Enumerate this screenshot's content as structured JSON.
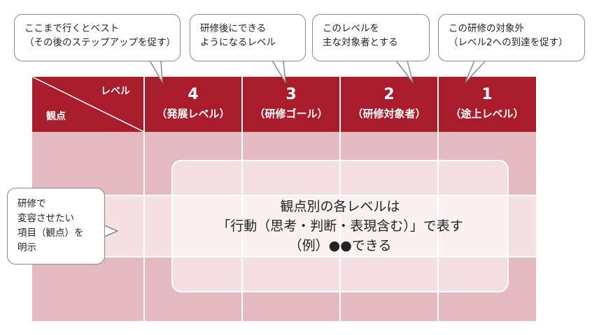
{
  "header": {
    "corner_level": "レベル",
    "corner_view": "観点",
    "columns": [
      {
        "num": "4",
        "label": "（発展レベル）"
      },
      {
        "num": "3",
        "label": "（研修ゴール）"
      },
      {
        "num": "2",
        "label": "（研修対象者）"
      },
      {
        "num": "1",
        "label": "（途上レベル）"
      }
    ]
  },
  "overlay": {
    "line1": "観点別の各レベルは",
    "line2": "「行動（思考・判断・表現含む）」で表す",
    "line3": "（例）●●できる"
  },
  "callouts": {
    "top1": {
      "line1": "ここまで行くとベスト",
      "line2": "（その後のステップアップを促す）"
    },
    "top2": {
      "line1": "研修後にできる",
      "line2": "ようになるレベル"
    },
    "top3": {
      "line1": "このレベルを",
      "line2": "主な対象者とする"
    },
    "top4": {
      "line1": "この研修の対象外",
      "line2": "（レベル2への到達を促す）"
    },
    "left": {
      "line1": "研修で",
      "line2": "変容させたい",
      "line3": "項目（観点）を",
      "line4": "明示"
    }
  },
  "colors": {
    "header": "#a81c2b",
    "row_dark": "#e4b9c0",
    "row_light": "#f5e0e3",
    "callout_border": "#8a8a8a"
  }
}
